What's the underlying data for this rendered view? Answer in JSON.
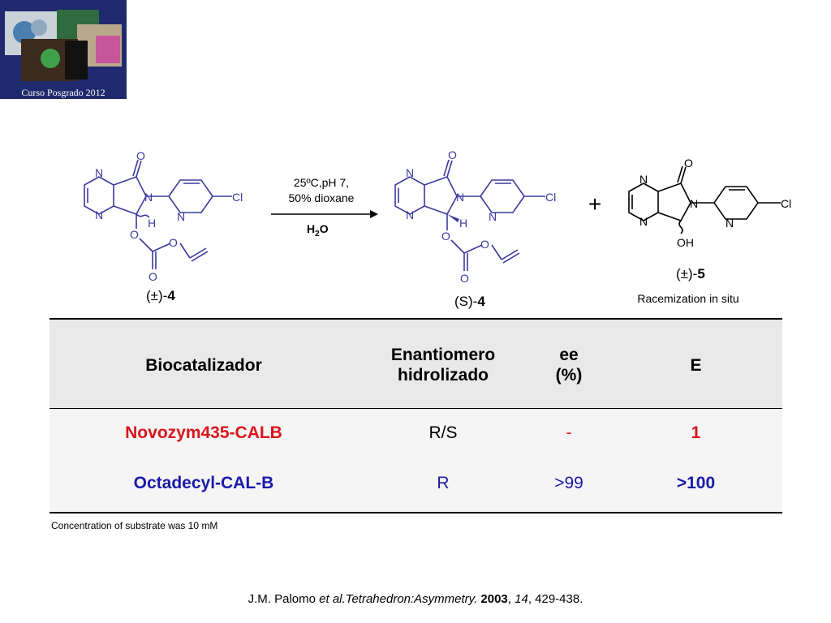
{
  "logo": {
    "caption": "Curso Posgrado 2012"
  },
  "scheme": {
    "conditions_line1": "25ºC,pH 7,",
    "conditions_line2": "50% dioxane",
    "reagent_main": "H",
    "reagent_sub": "2",
    "reagent_tail": "O",
    "plus": "+",
    "label_rac_prefix": "(±)-",
    "label_rac_num": "4",
    "label_s_prefix": "(S)-",
    "label_s_num": "4",
    "label_5_prefix": "(±)-",
    "label_5_num": "5",
    "racemization": "Racemization in situ",
    "atoms": {
      "N": "N",
      "O": "O",
      "H": "H",
      "Cl": "Cl",
      "OH": "OH"
    }
  },
  "table": {
    "headers": {
      "biocatalyst": "Biocatalizador",
      "enantiomer_line1": "Enantiomero",
      "enantiomer_line2": "hidrolizado",
      "ee_line1": "ee",
      "ee_line2": "(%)",
      "e": "E"
    },
    "rows": [
      {
        "biocatalyst": "Novozym435-CALB",
        "enantiomer": "R/S",
        "ee": "-",
        "e": "1",
        "color": "#d9141c"
      },
      {
        "biocatalyst": "Octadecyl-CAL-B",
        "enantiomer": "R",
        "ee": ">99",
        "e": ">100",
        "color": "#1a1aa8"
      }
    ]
  },
  "footnote": "Concentration of substrate was 10 mM",
  "reference": {
    "authors": "J.M. Palomo",
    "etal": "et al.",
    "journal": "Tetrahedron:Asymmetry.",
    "year": "2003",
    "sep1": ",",
    "volume": "14",
    "pages": ", 429-438."
  },
  "colors": {
    "red": "#d9141c",
    "blue": "#1a1aa8",
    "header_bg": "#e9e9e9",
    "body_bg": "#f5f5f5"
  }
}
